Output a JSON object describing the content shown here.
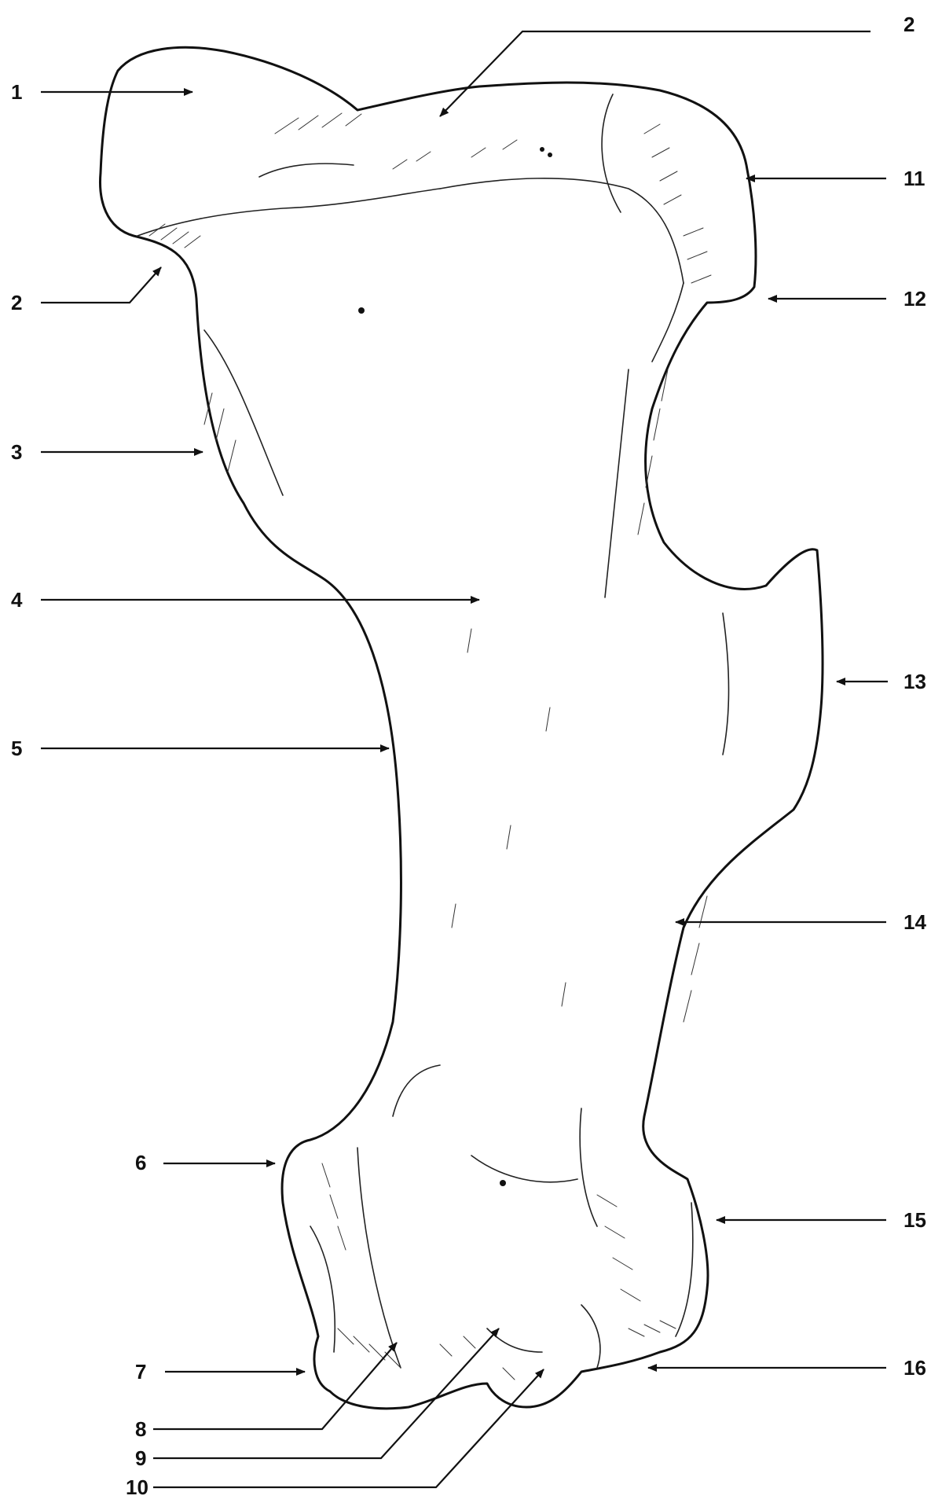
{
  "labels": [
    "1",
    "2",
    "2",
    "3",
    "4",
    "5",
    "6",
    "7",
    "8",
    "9",
    "10",
    "11",
    "12",
    "13",
    "14",
    "15",
    "16"
  ],
  "colors": {
    "ink": "#111111",
    "paper": "#ffffff",
    "hatch": "#333333"
  }
}
